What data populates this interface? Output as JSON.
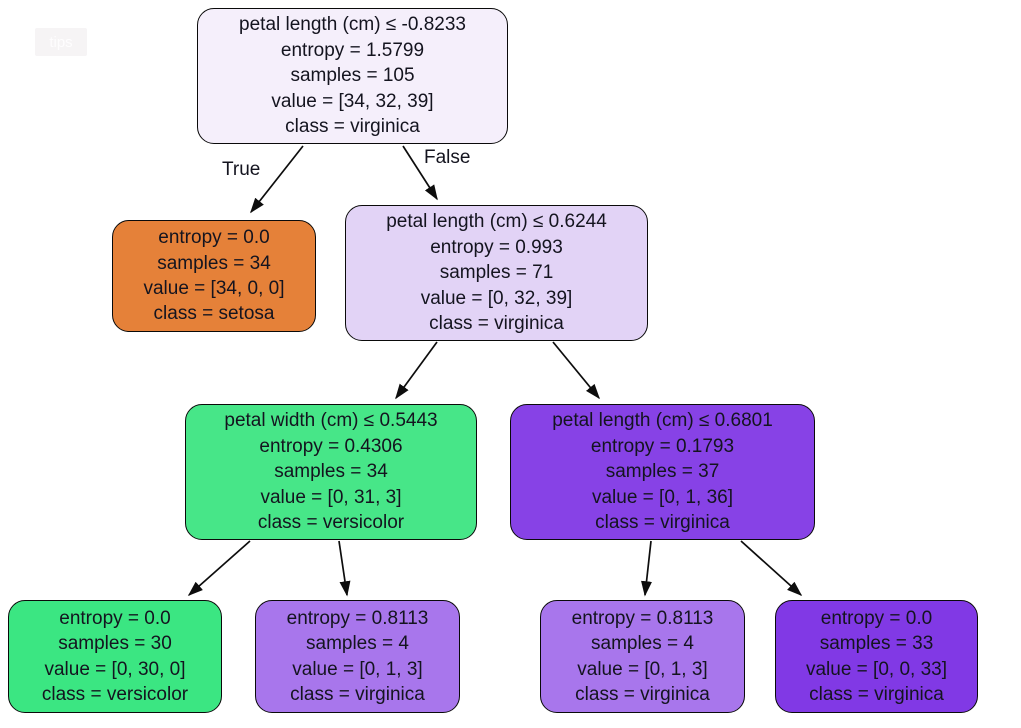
{
  "watermark": {
    "label": "tips"
  },
  "edge_labels": {
    "true_branch": "True",
    "false_branch": "False"
  },
  "colors": {
    "setosa_pure": "#e58139",
    "versicolor_pure": "#3be682",
    "virginica_pure": "#8139e5",
    "edge_stroke": "#0d0d0d",
    "node_border": "#0a0a0a",
    "text": "#14141f"
  },
  "tree": {
    "nodes": [
      {
        "id": "root",
        "condition": "petal length (cm) ≤ -0.8233",
        "entropy": "entropy = 1.5799",
        "samples": "samples = 105",
        "value": "value = [34, 32, 39]",
        "class": "class = virginica",
        "fill": "#f5effb"
      },
      {
        "id": "setosa-leaf",
        "entropy": "entropy = 0.0",
        "samples": "samples = 34",
        "value": "value = [34, 0, 0]",
        "class": "class = setosa",
        "fill": "#e58139"
      },
      {
        "id": "split-depth1-right",
        "condition": "petal length (cm) ≤ 0.6244",
        "entropy": "entropy = 0.993",
        "samples": "samples = 71",
        "value": "value = [0, 32, 39]",
        "class": "class = virginica",
        "fill": "#e2d3f6"
      },
      {
        "id": "split-depth2-left",
        "condition": "petal width (cm) ≤ 0.5443",
        "entropy": "entropy = 0.4306",
        "samples": "samples = 34",
        "value": "value = [0, 31, 3]",
        "class": "class = versicolor",
        "fill": "#47e688"
      },
      {
        "id": "split-depth2-right",
        "condition": "petal length (cm) ≤ 0.6801",
        "entropy": "entropy = 0.1793",
        "samples": "samples = 37",
        "value": "value = [0, 1, 36]",
        "class": "class = virginica",
        "fill": "#8742e6"
      },
      {
        "id": "leaf-versicolor",
        "entropy": "entropy = 0.0",
        "samples": "samples = 30",
        "value": "value = [0, 30, 0]",
        "class": "class = versicolor",
        "fill": "#3be682"
      },
      {
        "id": "leaf-mixed-left",
        "entropy": "entropy = 0.8113",
        "samples": "samples = 4",
        "value": "value = [0, 1, 3]",
        "class": "class = virginica",
        "fill": "#a876ec"
      },
      {
        "id": "leaf-mixed-right",
        "entropy": "entropy = 0.8113",
        "samples": "samples = 4",
        "value": "value = [0, 1, 3]",
        "class": "class = virginica",
        "fill": "#a876ec"
      },
      {
        "id": "leaf-virginica",
        "entropy": "entropy = 0.0",
        "samples": "samples = 33",
        "value": "value = [0, 0, 33]",
        "class": "class = virginica",
        "fill": "#8139e5"
      }
    ]
  }
}
